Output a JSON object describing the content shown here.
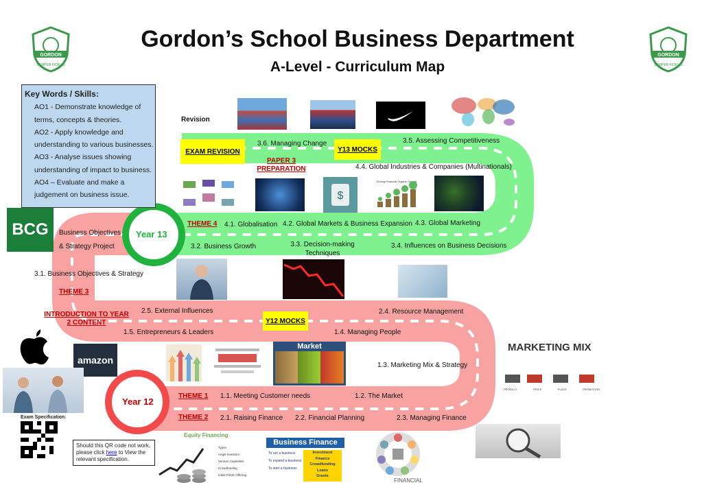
{
  "header": {
    "title": "Gordon’s School Business Department",
    "subtitle": "A-Level - Curriculum Map",
    "crest_text_top": "GORDON",
    "crest_text_bottom": "SEMPER FIDELIS"
  },
  "key_words": {
    "heading": "Key Words / Skills:",
    "items": [
      "AO1 - Demonstrate knowledge of terms, concepts & theories.",
      "AO2 - Apply knowledge and understanding to various businesses.",
      "AO3 - Analyse issues showing understanding of impact to business.",
      "AO4 – Evaluate and make a judgement on business issue."
    ]
  },
  "years": {
    "year12": "Year 12",
    "year13": "Year 13"
  },
  "themes": {
    "theme1": "THEME 1",
    "theme2": "THEME 2",
    "theme3": "THEME 3",
    "theme4": "THEME 4",
    "intro_year2": "INTRODUCTION TO YEAR 2 CONTENT",
    "paper3": "PAPER 3 PREPARATION"
  },
  "highlights": {
    "exam_revision": "EXAM REVISION",
    "y13_mocks": "Y13 MOCKS",
    "y12_mocks": "Y12 MOCKS"
  },
  "topics": {
    "t1_1": "1.1. Meeting Customer needs",
    "t1_2": "1.2. The Market",
    "t1_3": "1.3. Marketing Mix & Strategy",
    "t1_4": "1.4. Managing People",
    "t1_5": "1.5. Entrepreneurs & Leaders",
    "t2_1": "2.1. Raising Finance",
    "t2_2": "2.2. Financial Planning",
    "t2_3": "2.3. Managing Finance",
    "t2_4": "2.4. Resource Management",
    "t2_5": "2.5. External Influences",
    "t3_1": "3.1. Business Objectives & Strategy",
    "t3_2": "3.2. Business Growth",
    "t3_3": "3.3. Decision-making Techniques",
    "t3_4": "3.4. Influences on Business Decisions",
    "t3_5": "3.5. Assessing Competitiveness",
    "t3_6": "3.6. Managing Change",
    "t4_1": "4.1. Globalisation",
    "t4_2": "4.2. Global Markets & Business Expansion",
    "t4_3": "4.3. Global Marketing",
    "t4_4": "4.4. Global Industries & Companies (Multinationals)",
    "revision": "Revision"
  },
  "side": {
    "bcg": "BCG",
    "bcg_caption": "Business Objectives & Strategy Project",
    "amazon": "amazon",
    "marketing_mix": "MARKETING MIX",
    "mix_labels": [
      "PRODUCT",
      "PRICE",
      "PLACE",
      "PROMOTION"
    ],
    "market_img": "Market",
    "exam_spec": "Exam Specification:",
    "qr_note_pre": "Should this QR code not work, please click ",
    "qr_note_link": "here",
    "qr_note_post": " to View the relevant specification.",
    "equity_title": "Equity Financing",
    "equity_types": "Types",
    "equity_items": [
      "Angel Investors",
      "Venture Capitalists",
      "Crowdfunding",
      "Initial Public Offering"
    ],
    "bf_title": "Business Finance",
    "bf_left": [
      "To run a business",
      "To expand a business",
      "To start a business"
    ],
    "bf_right": [
      "Investment",
      "Finance",
      "Crowdfunding",
      "Loans",
      "Grants"
    ],
    "financial_caption": "FINANCIAL",
    "growth_caption": "Driving Financial Organic Growth"
  },
  "colors": {
    "green_road": "#7ff28f",
    "pink_road": "#f8a2a2",
    "year13_ring": "#1fb23c",
    "year12_ring": "#f24a4a",
    "keywords_bg": "#bdd7ee",
    "highlight": "#ffff00",
    "theme_red": "#c00000"
  }
}
